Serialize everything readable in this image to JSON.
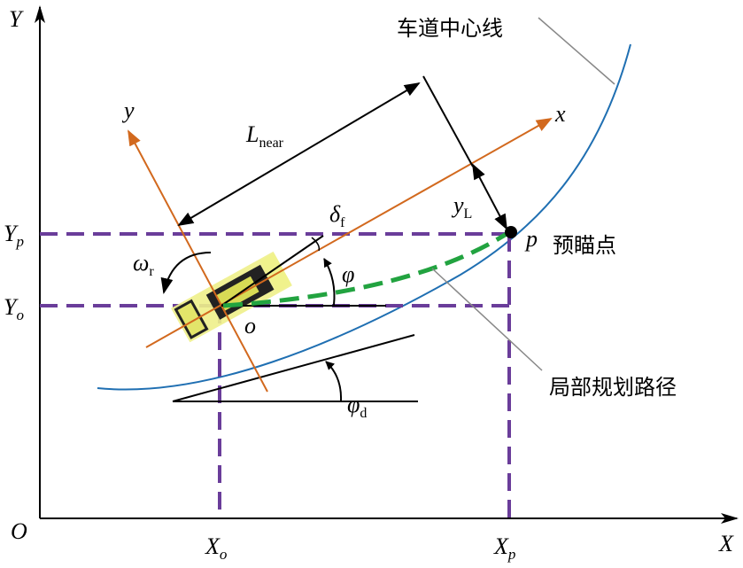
{
  "labels": {
    "axis_Y": "Y",
    "axis_X": "X",
    "origin": "O",
    "local_x": "x",
    "local_y": "y",
    "Yp_main": "Y",
    "Yp_sub": "p",
    "Yo_main": "Y",
    "Yo_sub": "o",
    "Xo_main": "X",
    "Xo_sub": "o",
    "Xp_main": "X",
    "Xp_sub": "p",
    "L_main": "L",
    "L_sub": "near",
    "yL_main": "y",
    "yL_sub": "L",
    "delta_main": "δ",
    "delta_sub": "f",
    "omega_main": "ω",
    "omega_sub": "r",
    "phi": "φ",
    "phid_main": "φ",
    "phid_sub": "d",
    "vehicle_origin": "o",
    "preview_point": "p",
    "lane_center_line": "车道中心线",
    "preview_point_cn": "预瞄点",
    "local_path": "局部规划路径"
  },
  "colors": {
    "lane": "#1f6fb2",
    "local_axes": "#d2691e",
    "dashed_guides": "#6a3d9a",
    "local_path": "#22a340",
    "leader": "#888888"
  }
}
